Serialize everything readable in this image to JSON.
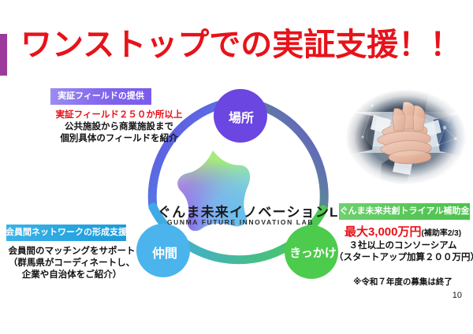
{
  "slide": {
    "title": "ワンストップでの実証支援！！",
    "page_number": "10",
    "accent_colors": {
      "title_red": "#E8121A",
      "title_bar_purple": "#9B3A9B",
      "node_place_purple": "#6B46E0",
      "node_peer_blue": "#4BB4EC",
      "node_chance_green": "#4CCB4C"
    }
  },
  "diagram": {
    "logo_jp": "ぐんま未来イノベーションLAB",
    "logo_en": "GUNMA FUTURE INNOVATION LAB",
    "nodes": [
      {
        "label": "場所",
        "color": "#6B46E0"
      },
      {
        "label": "仲間",
        "color": "#4BB4EC"
      },
      {
        "label": "きっかけ",
        "color": "#4CCB4C"
      }
    ]
  },
  "blocks": {
    "top_left": {
      "badge": "実証フィールドの提供",
      "badge_color": "#7A5CEC",
      "lines": [
        {
          "text": "実証フィールド２５０か所以上",
          "style": "red"
        },
        {
          "text": "公共施設から商業施設まで",
          "style": "black"
        },
        {
          "text": "個別具体のフィールドを紹介",
          "style": "black"
        }
      ]
    },
    "bottom_left": {
      "badge": "会員間ネットワークの形成支援",
      "badge_color": "#1E9BDA",
      "lines": [
        {
          "text": "会員間のマッチングをサポート",
          "style": "black"
        },
        {
          "text": "（群馬県がコーディネートし、",
          "style": "black"
        },
        {
          "text": "企業や自治体をご紹介）",
          "style": "black"
        }
      ]
    },
    "right": {
      "badge": "ぐんま未来共創トライアル補助金",
      "badge_color": "#4DC24D",
      "amount": "最大3,000万円",
      "amount_suffix": "(補助率2/3)",
      "lines": [
        {
          "text": "３社以上のコンソーシアム",
          "style": "black"
        },
        {
          "text": "（スタートアップ加算２００万円）",
          "style": "black"
        }
      ],
      "note": "※令和７年度の募集は終了"
    }
  },
  "photo": {
    "alt": "teamwork-hands-stacked-photo"
  }
}
